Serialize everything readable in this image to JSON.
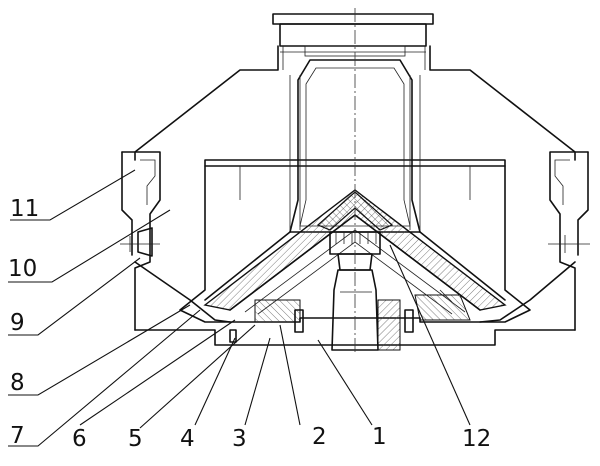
{
  "callouts": [
    {
      "id": "11",
      "label": "11"
    },
    {
      "id": "10",
      "label": "10"
    },
    {
      "id": "9",
      "label": "9"
    },
    {
      "id": "8",
      "label": "8"
    },
    {
      "id": "7",
      "label": "7"
    },
    {
      "id": "6",
      "label": "6"
    },
    {
      "id": "5",
      "label": "5"
    },
    {
      "id": "4",
      "label": "4"
    },
    {
      "id": "3",
      "label": "3"
    },
    {
      "id": "2",
      "label": "2"
    },
    {
      "id": "1",
      "label": "1"
    },
    {
      "id": "12",
      "label": "12"
    }
  ]
}
